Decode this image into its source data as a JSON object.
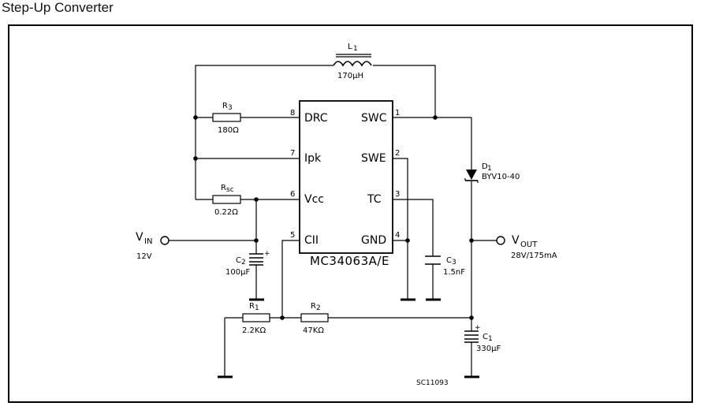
{
  "title": "Step-Up Converter",
  "chip": {
    "name": "MC34063A/E",
    "pins_left": [
      {
        "num": "8",
        "label": "DRC"
      },
      {
        "num": "7",
        "label": "Ipk"
      },
      {
        "num": "6",
        "label": "Vcc"
      },
      {
        "num": "5",
        "label": "CII"
      }
    ],
    "pins_right": [
      {
        "num": "1",
        "label": "SWC"
      },
      {
        "num": "2",
        "label": "SWE"
      },
      {
        "num": "3",
        "label": "TC"
      },
      {
        "num": "4",
        "label": "GND"
      }
    ]
  },
  "components": {
    "L1": {
      "name": "L",
      "sub": "1",
      "value": "170μH"
    },
    "R3": {
      "name": "R",
      "sub": "3",
      "value": "180Ω"
    },
    "Rsc": {
      "name": "R",
      "sub": "sc",
      "value": "0.22Ω"
    },
    "C2": {
      "name": "C",
      "sub": "2",
      "value": "100μF",
      "plus": "+"
    },
    "C3": {
      "name": "C",
      "sub": "3",
      "value": "1.5nF"
    },
    "D1": {
      "name": "D",
      "sub": "1",
      "value": "BYV10-40"
    },
    "R1": {
      "name": "R",
      "sub": "1",
      "value": "2.2KΩ"
    },
    "R2": {
      "name": "R",
      "sub": "2",
      "value": "47KΩ"
    },
    "C1": {
      "name": "C",
      "sub": "1",
      "value": "330μF",
      "plus": "+"
    }
  },
  "terminals": {
    "vin": {
      "label": "V",
      "sub": "IN",
      "value": "12V"
    },
    "vout": {
      "label": "V",
      "sub": "OUT",
      "value": "28V/175mA"
    }
  },
  "code": "SC11093"
}
